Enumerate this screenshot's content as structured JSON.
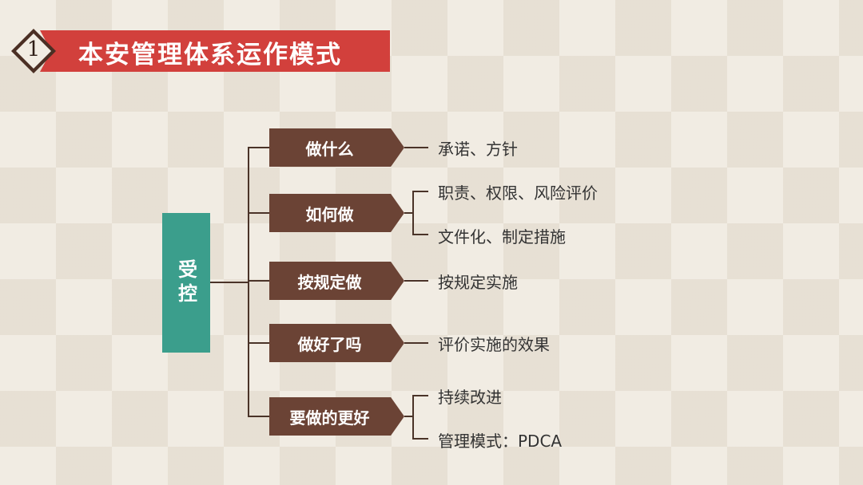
{
  "header": {
    "number": "1",
    "title": "本安管理体系运作模式"
  },
  "root": {
    "label": "受控"
  },
  "steps": [
    {
      "label": "做什么",
      "notes": [
        "承诺、方针"
      ]
    },
    {
      "label": "如何做",
      "notes": [
        "职责、权限、风险评价",
        "文件化、制定措施"
      ]
    },
    {
      "label": "按规定做",
      "notes": [
        "按规定实施"
      ]
    },
    {
      "label": "做好了吗",
      "notes": [
        "评价实施的效果"
      ]
    },
    {
      "label": "要做的更好",
      "notes": [
        "持续改进",
        "管理模式：PDCA"
      ]
    }
  ],
  "colors": {
    "title_band": "#d2403c",
    "badge": "#4b2f24",
    "root_box": "#3b9e8c",
    "step_box": "#6b4335",
    "connector": "#4a3328",
    "background": "#f1ece3"
  }
}
